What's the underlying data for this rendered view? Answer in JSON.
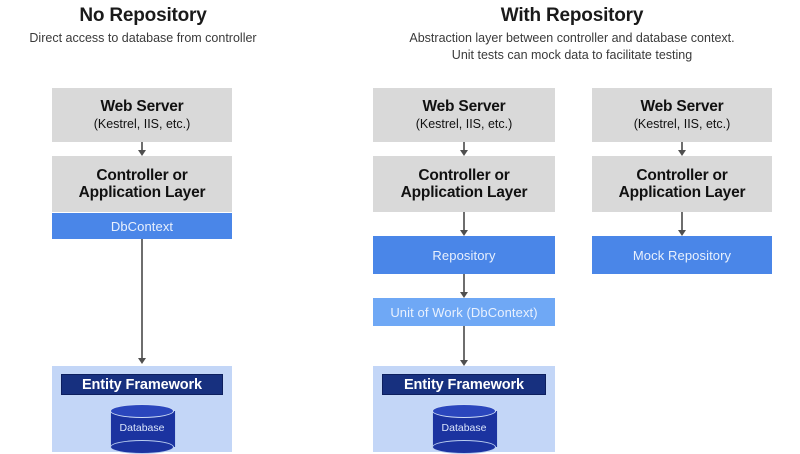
{
  "diagram": {
    "type": "architecture-comparison",
    "sections": [
      {
        "id": "no-repository",
        "title": "No Repository",
        "subtitle_lines": [
          "Direct access to database from controller"
        ]
      },
      {
        "id": "with-repository",
        "title": "With Repository",
        "subtitle_lines": [
          "Abstraction layer between controller and database context.",
          "Unit tests can mock data to facilitate testing"
        ]
      }
    ],
    "columns": [
      {
        "id": "col-no-repo",
        "nodes": [
          {
            "id": "web-server",
            "title": "Web Server",
            "subtitle": "(Kestrel, IIS, etc.)",
            "style": "gray"
          },
          {
            "id": "controller",
            "title": "Controller or",
            "subtitle": "Application Layer",
            "style": "gray"
          },
          {
            "id": "dbcontext",
            "label": "DbContext",
            "style": "blue"
          },
          {
            "id": "entity-framework",
            "label": "Entity Framework",
            "style": "ef-container",
            "database_label": "Database"
          }
        ]
      },
      {
        "id": "col-with-repo",
        "nodes": [
          {
            "id": "web-server",
            "title": "Web Server",
            "subtitle": "(Kestrel, IIS, etc.)",
            "style": "gray"
          },
          {
            "id": "controller",
            "title": "Controller or",
            "subtitle": "Application Layer",
            "style": "gray"
          },
          {
            "id": "repository",
            "label": "Repository",
            "style": "blue"
          },
          {
            "id": "unit-of-work",
            "label": "Unit of Work (DbContext)",
            "style": "blue-light"
          },
          {
            "id": "entity-framework",
            "label": "Entity Framework",
            "style": "ef-container",
            "database_label": "Database"
          }
        ]
      },
      {
        "id": "col-mock",
        "nodes": [
          {
            "id": "web-server",
            "title": "Web Server",
            "subtitle": "(Kestrel, IIS, etc.)",
            "style": "gray"
          },
          {
            "id": "controller",
            "title": "Controller or",
            "subtitle": "Application Layer",
            "style": "gray"
          },
          {
            "id": "mock-repository",
            "label": "Mock Repository",
            "style": "blue"
          }
        ]
      }
    ],
    "colors": {
      "box_gray": "#d9d9d9",
      "box_blue": "#4a86e8",
      "box_blue_light": "#6fa8f5",
      "ef_container": "#c3d6f7",
      "ef_bar": "#17307f",
      "database_cylinder": "#1b33a0",
      "arrow": "#6e6e6e",
      "background": "#ffffff",
      "title_text": "#1a1a1a",
      "subtitle_text": "#3a3a3a"
    }
  }
}
